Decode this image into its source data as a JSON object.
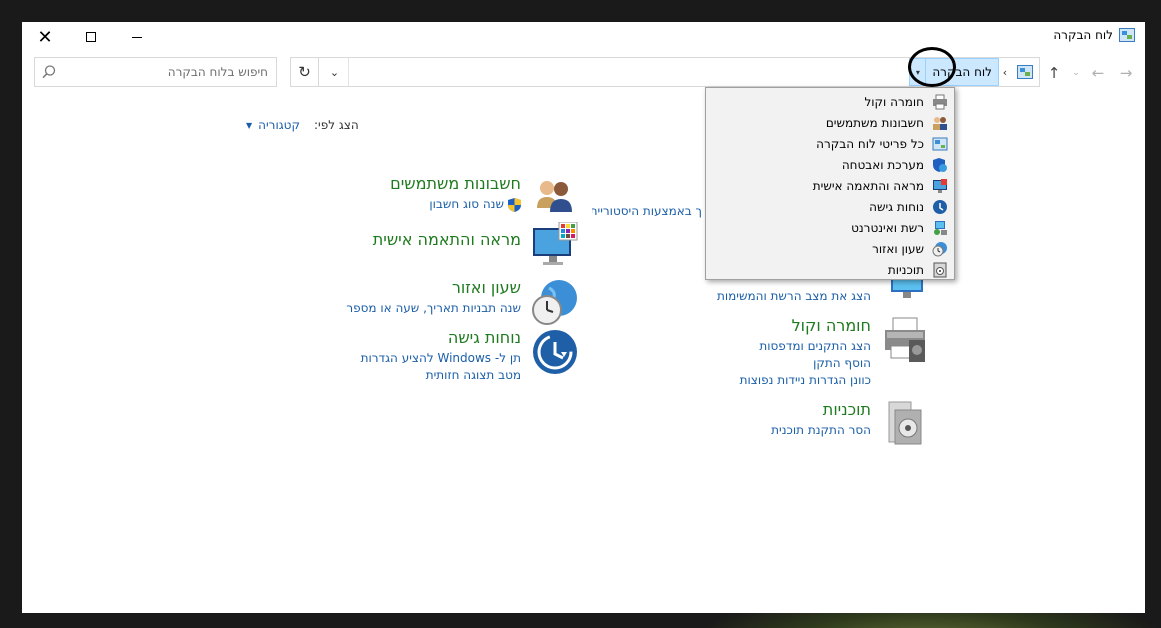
{
  "window": {
    "title": "לוח הבקרה"
  },
  "navbar": {
    "breadcrumb_label": "לוח הבקרה",
    "search_placeholder": "חיפוש בלוח הבקרה"
  },
  "view_by": {
    "label": "הצג לפי:",
    "value": "קטגוריה"
  },
  "categories": {
    "user_accounts": {
      "title": "חשבונות משתמשים",
      "links": [
        "שנה סוג חשבון"
      ],
      "icon": "users-icon"
    },
    "appearance": {
      "title": "מראה והתאמה אישית",
      "links": [],
      "icon": "monitor-palette-icon"
    },
    "clock_region": {
      "title": "שעון ואזור",
      "links": [
        "שנה תבניות תאריך, שעה או מספר"
      ],
      "icon": "globe-clock-icon"
    },
    "ease_of_access": {
      "title": "נוחות גישה",
      "links": [
        "תן ל- Windows להציע הגדרות",
        "מטב תצוגה חזותית"
      ],
      "icon": "ease-of-access-icon"
    },
    "network_partial": {
      "links": [
        "הצג את מצב הרשת והמשימות"
      ],
      "icon": "network-icon"
    },
    "hardware_sound": {
      "title": "חומרה וקול",
      "links": [
        "הצג התקנים ומדפסות",
        "הוסף התקן",
        "כוונן הגדרות ניידות נפוצות"
      ],
      "icon": "printer-icon"
    },
    "programs": {
      "title": "תוכניות",
      "links": [
        "הסר התקנת תוכנית"
      ],
      "icon": "programs-icon"
    },
    "hidden_link_partial": "ך באמצעות היסטוריית"
  },
  "dropdown": {
    "items": [
      {
        "label": "חומרה וקול",
        "icon": "printer-icon"
      },
      {
        "label": "חשבונות משתמשים",
        "icon": "users-icon"
      },
      {
        "label": "כל פריטי לוח הבקרה",
        "icon": "control-panel-icon"
      },
      {
        "label": "מערכת ואבטחה",
        "icon": "shield-icon"
      },
      {
        "label": "מראה והתאמה אישית",
        "icon": "monitor-palette-icon"
      },
      {
        "label": "נוחות גישה",
        "icon": "ease-of-access-icon"
      },
      {
        "label": "רשת ואינטרנט",
        "icon": "network-icon"
      },
      {
        "label": "שעון ואזור",
        "icon": "globe-clock-icon"
      },
      {
        "label": "תוכניות",
        "icon": "programs-icon"
      }
    ]
  },
  "colors": {
    "category_title": "#1e7a1e",
    "link": "#1a5ea8",
    "breadcrumb_highlight": "#cce8ff"
  }
}
